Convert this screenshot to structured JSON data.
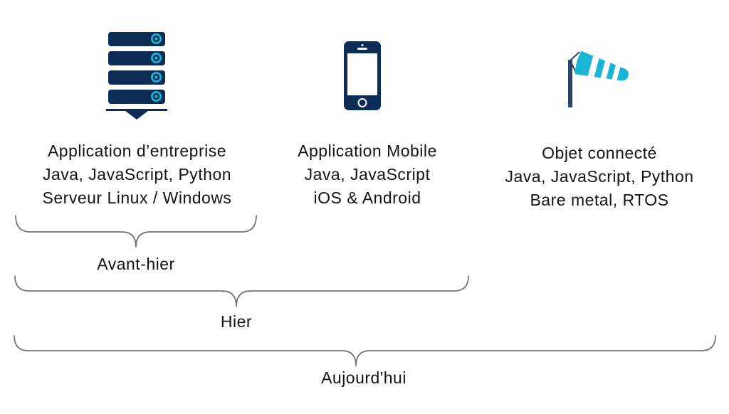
{
  "colors": {
    "navy": "#0d2c55",
    "pole_navy": "#2e4369",
    "teal": "#1ab5d5",
    "brace": "#737373",
    "text": "#141414",
    "background": "#ffffff"
  },
  "columns": [
    {
      "icon": "server-stack-icon",
      "lines": [
        "Application d’entreprise",
        "Java, JavaScript, Python",
        "Serveur Linux / Windows"
      ]
    },
    {
      "icon": "smartphone-icon",
      "lines": [
        "Application Mobile",
        "Java, JavaScript",
        "iOS & Android"
      ]
    },
    {
      "icon": "windsock-icon",
      "lines": [
        "Objet connecté",
        "Java, JavaScript, Python",
        "Bare metal, RTOS"
      ]
    }
  ],
  "timeline": [
    {
      "label": "Avant-hier"
    },
    {
      "label": "Hier"
    },
    {
      "label": "Aujourd'hui"
    }
  ]
}
